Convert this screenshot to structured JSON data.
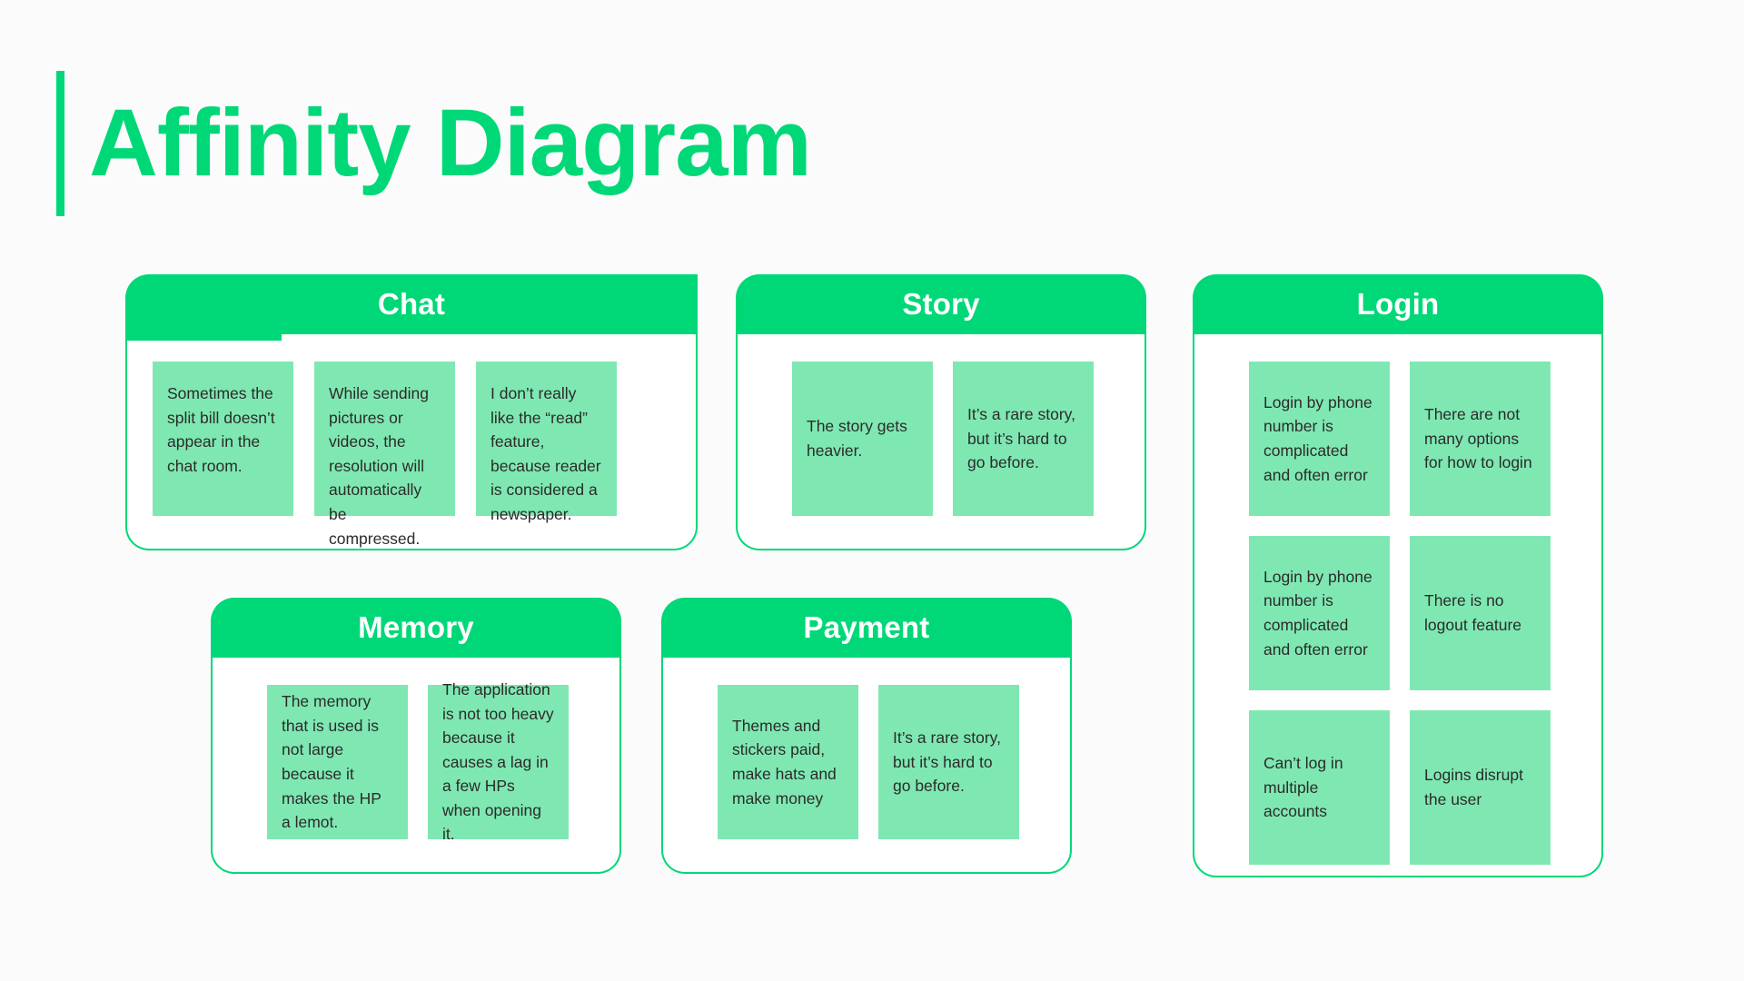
{
  "page": {
    "title": "Affinity Diagram",
    "background_color": "#fbfbfb",
    "accent_color": "#00d878",
    "note_color": "#7fe8b2",
    "note_text_color": "#2b2b2b"
  },
  "groups": [
    {
      "id": "chat",
      "header": "Chat",
      "notes": [
        {
          "text": "Sometimes the split bill doesn’t appear in the chat room.",
          "align": "top"
        },
        {
          "text": "While sending pictures or videos, the resolution will automatically be compressed.",
          "align": "top"
        },
        {
          "text": "I don’t really like the “read” feature, because reader is considered a newspaper.",
          "align": "top"
        }
      ]
    },
    {
      "id": "story",
      "header": "Story",
      "notes": [
        {
          "text": "The story gets heavier.",
          "align": "center"
        },
        {
          "text": "It’s a rare story, but it’s hard to go before.",
          "align": "center"
        }
      ]
    },
    {
      "id": "login",
      "header": "Login",
      "notes": [
        {
          "text": "Login by phone number is complicated and often error",
          "align": "center"
        },
        {
          "text": "There are not many options for how to login",
          "align": "center"
        },
        {
          "text": "Login by phone number is complicated and often error",
          "align": "center"
        },
        {
          "text": "There is no logout feature",
          "align": "center"
        },
        {
          "text": "Can’t log in multiple accounts",
          "align": "center"
        },
        {
          "text": "Logins disrupt the user",
          "align": "center"
        }
      ]
    },
    {
      "id": "memory",
      "header": "Memory",
      "notes": [
        {
          "text": "The memory that is used is not large because it makes the HP a lemot.",
          "align": "center"
        },
        {
          "text": "The application is not too heavy because it causes a lag in a few HPs when opening it.",
          "align": "center"
        }
      ]
    },
    {
      "id": "payment",
      "header": "Payment",
      "notes": [
        {
          "text": "Themes and stickers paid, make hats and make money",
          "align": "center"
        },
        {
          "text": "It’s a rare story, but it’s hard to go before.",
          "align": "center"
        }
      ]
    }
  ]
}
